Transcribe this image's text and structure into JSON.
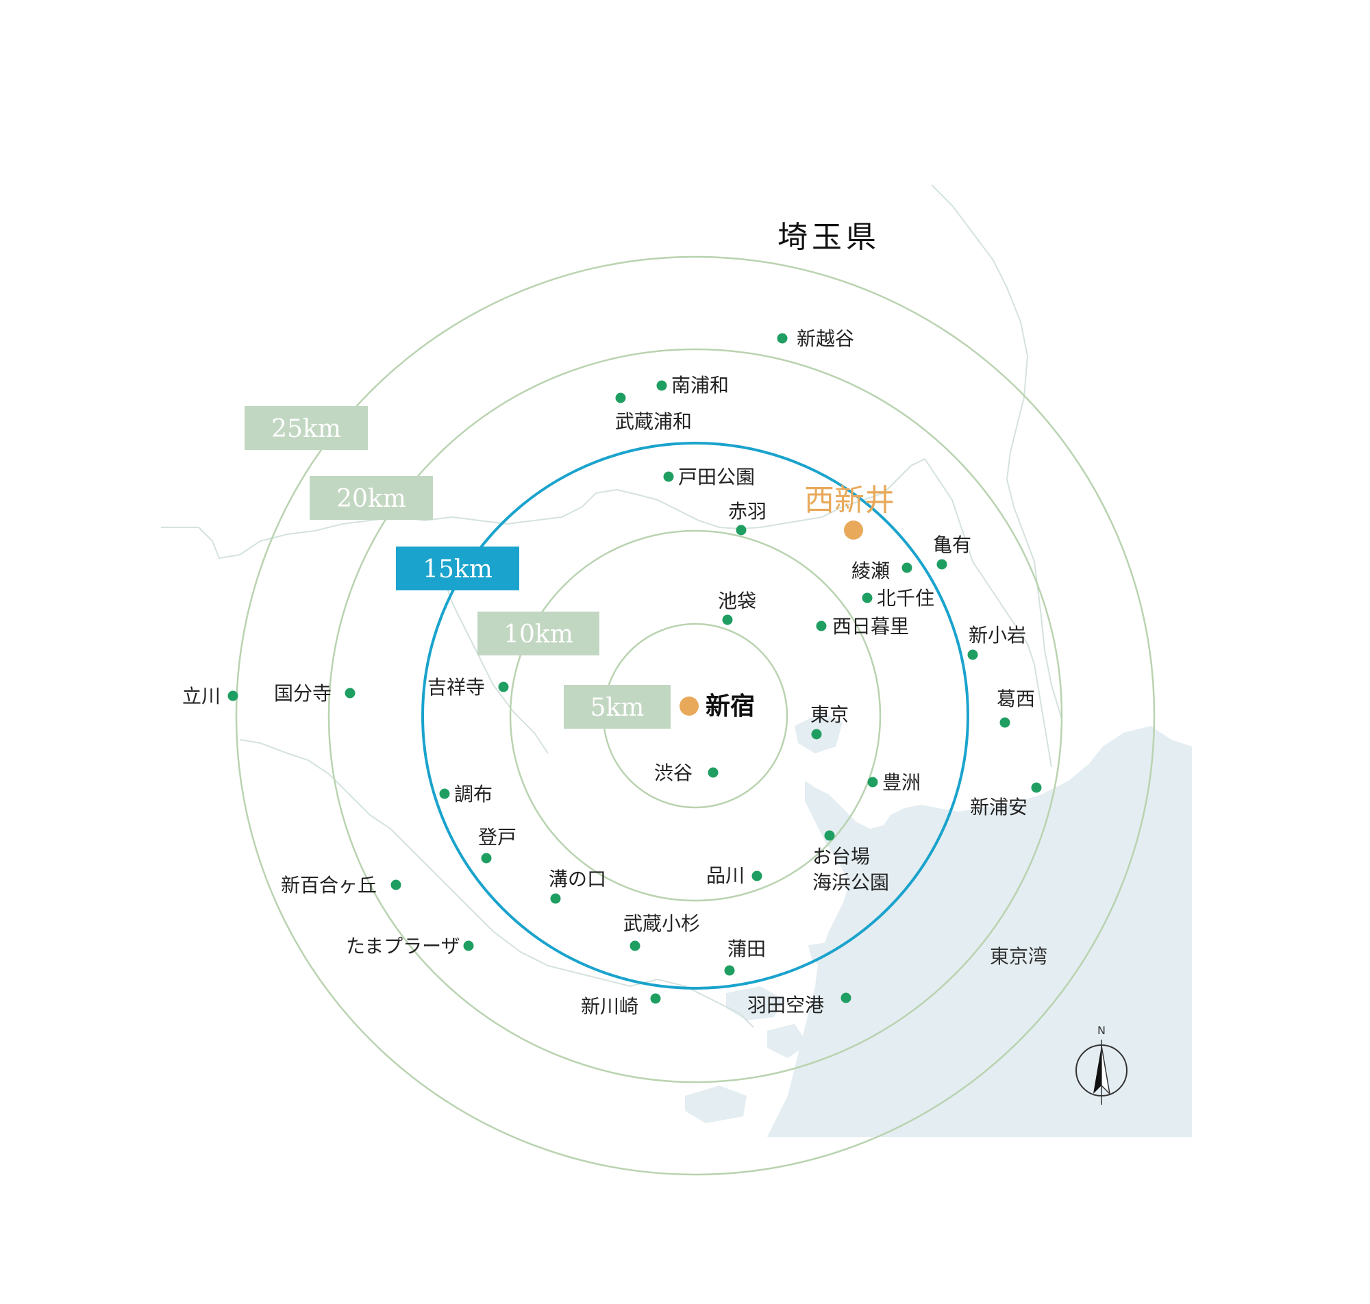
{
  "map": {
    "prefecture_label": "埼玉県",
    "bay_label": "東京湾",
    "north_label": "N",
    "colors": {
      "ring": "#b9d3b0",
      "ring_highlight": "#1aa3cc",
      "label_box": "#c2d7c2",
      "label_box_highlight": "#1aa3cc",
      "station_dot": "#1f9e62",
      "center_dot": "#e8a95a",
      "water": "#e4edf1",
      "border_line": "#d4e2de"
    },
    "distance_labels": [
      {
        "label": "5km"
      },
      {
        "label": "10km"
      },
      {
        "label": "15km",
        "highlight": true
      },
      {
        "label": "20km"
      },
      {
        "label": "25km"
      }
    ],
    "center": {
      "label": "新宿"
    },
    "target": {
      "label": "西新井"
    },
    "stations": [
      {
        "label": "新越谷"
      },
      {
        "label": "南浦和"
      },
      {
        "label": "武蔵浦和"
      },
      {
        "label": "戸田公園"
      },
      {
        "label": "赤羽"
      },
      {
        "label": "亀有"
      },
      {
        "label": "綾瀬"
      },
      {
        "label": "北千住"
      },
      {
        "label": "池袋"
      },
      {
        "label": "西日暮里"
      },
      {
        "label": "新小岩"
      },
      {
        "label": "立川"
      },
      {
        "label": "国分寺"
      },
      {
        "label": "吉祥寺"
      },
      {
        "label": "東京"
      },
      {
        "label": "葛西"
      },
      {
        "label": "渋谷"
      },
      {
        "label": "豊洲"
      },
      {
        "label": "調布"
      },
      {
        "label": "新浦安"
      },
      {
        "label": "登戸"
      },
      {
        "label": "お台場"
      },
      {
        "label": "海浜公園"
      },
      {
        "label": "新百合ヶ丘"
      },
      {
        "label": "品川"
      },
      {
        "label": "溝の口"
      },
      {
        "label": "武蔵小杉"
      },
      {
        "label": "たまプラーザ"
      },
      {
        "label": "蒲田"
      },
      {
        "label": "新川崎"
      },
      {
        "label": "羽田空港"
      }
    ]
  }
}
